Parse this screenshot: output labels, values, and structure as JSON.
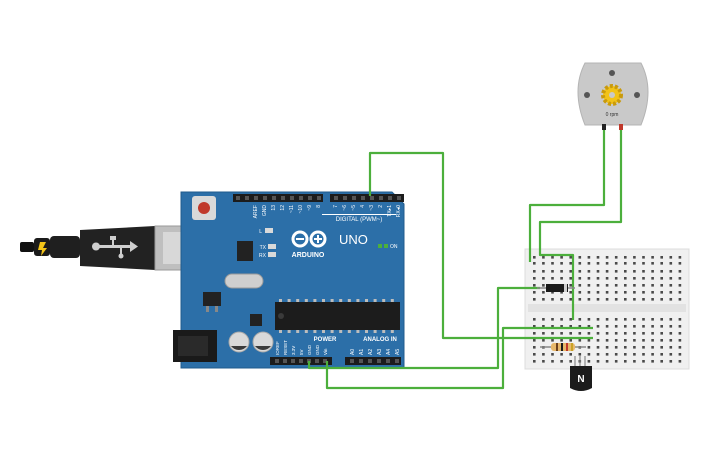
{
  "arduino": {
    "brand_model": "UNO",
    "brand_name": "ARDUINO",
    "on_label": "ON",
    "digital_header_label": "DIGITAL (PWM~)",
    "power_label": "POWER",
    "analog_label": "ANALOG IN",
    "led_labels": [
      "L",
      "TX",
      "RX"
    ],
    "digital_pins": [
      "AREF",
      "GND",
      "13",
      "12",
      "~11",
      "~10",
      "~9",
      "8",
      "7",
      "~6",
      "~5",
      "4",
      "~3",
      "2",
      "TX▸1",
      "RX◂0"
    ],
    "power_pins": [
      "IOREF",
      "RESET",
      "3.3V",
      "5V",
      "GND",
      "GND",
      "Vin"
    ],
    "analog_pins": [
      "A0",
      "A1",
      "A2",
      "A3",
      "A4",
      "A5"
    ]
  },
  "motor": {
    "readout": "0 rpm"
  },
  "transistor": {
    "label": "N"
  },
  "colors": {
    "board": "#2c6fa8",
    "wire": "#4caf3c",
    "breadboard": "#f0f0f0",
    "motor_body": "#c9c9c9",
    "gear": "#f2c318"
  }
}
